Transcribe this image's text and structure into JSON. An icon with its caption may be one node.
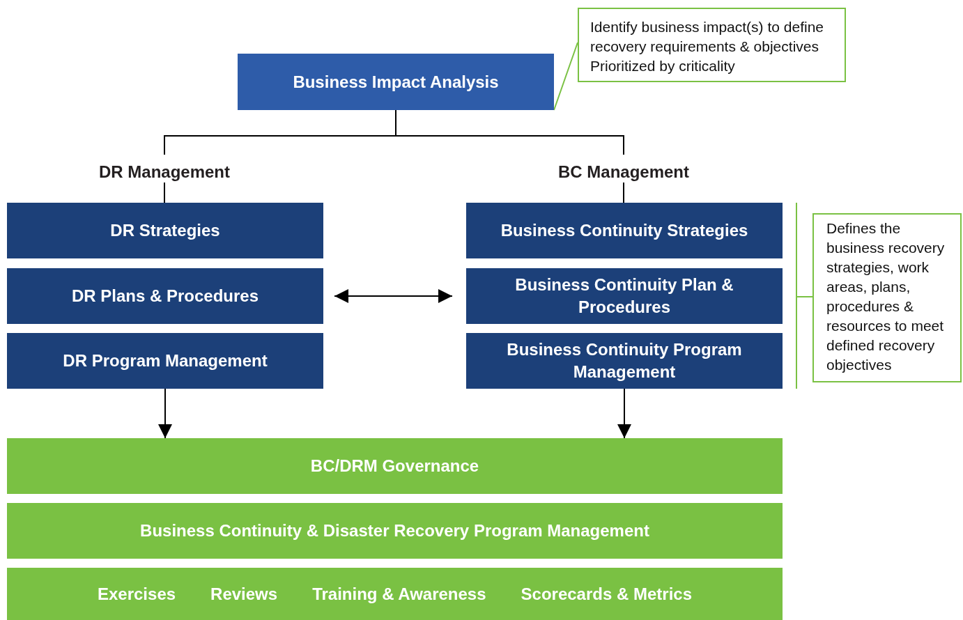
{
  "diagram": {
    "nodes": [
      {
        "text": [
          "Business Impact Analysis"
        ]
      },
      {
        "text": [
          "Identify business impact(s) to define recovery requirements & objectives",
          "Prioritized by criticality"
        ]
      },
      {
        "text": [
          "DR Management"
        ]
      },
      {
        "text": [
          "BC Management"
        ]
      },
      {
        "text": [
          "DR Strategies"
        ]
      },
      {
        "text": [
          "DR Plans & Procedures"
        ]
      },
      {
        "text": [
          "DR Program Management"
        ]
      },
      {
        "text": [
          "Business Continuity Strategies"
        ]
      },
      {
        "text": [
          "Business Continuity Plan & Procedures"
        ]
      },
      {
        "text": [
          "Business Continuity Program Management"
        ]
      },
      {
        "text": [
          "Defines the business recovery strategies, work areas, plans, procedures & resources to meet defined recovery objectives"
        ]
      },
      {
        "text": [
          "BC/DRM Governance"
        ]
      },
      {
        "text": [
          "Business Continuity & Disaster Recovery Program Management"
        ]
      },
      {
        "text": [
          "Exercises",
          "Reviews",
          "Training & Awareness",
          "Scorecards & Metrics"
        ]
      }
    ],
    "edges": [
      {
        "from": 0,
        "to": 1,
        "arrow": "none",
        "color": "#7ac143"
      },
      {
        "from": 0,
        "to": 2,
        "arrow": "none"
      },
      {
        "from": 0,
        "to": 3,
        "arrow": "none"
      },
      {
        "from": 2,
        "to": 4,
        "arrow": "none"
      },
      {
        "from": 3,
        "to": 7,
        "arrow": "none"
      },
      {
        "from": 5,
        "to": 8,
        "arrow": "both"
      },
      {
        "from": 6,
        "to": 11,
        "arrow": "to"
      },
      {
        "from": 9,
        "to": 11,
        "arrow": "to"
      }
    ]
  }
}
